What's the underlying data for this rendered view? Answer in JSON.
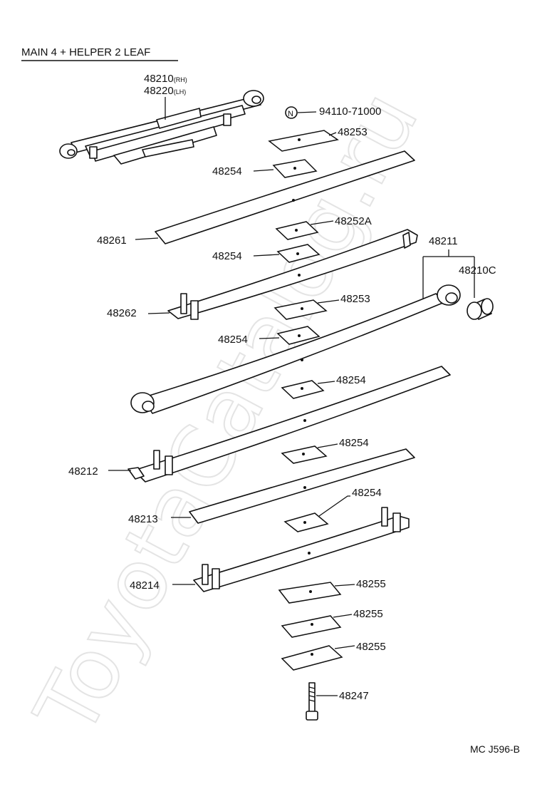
{
  "title": "MAIN 4 + HELPER 2 LEAF",
  "watermark": "ToyotaCatalog.ru",
  "footer_code": "MC J596-B",
  "callouts": {
    "assy_rh": "48210",
    "assy_rh_suffix": "(RH)",
    "assy_lh": "48220",
    "assy_lh_suffix": "(LH)",
    "n_symbol": "N",
    "bolt_part": "94110-71000",
    "p48253_a": "48253",
    "p48254_a": "48254",
    "p48261": "48261",
    "p48252A": "48252A",
    "p48254_b": "48254",
    "p48262": "48262",
    "p48253_b": "48253",
    "p48254_c": "48254",
    "p48211": "48211",
    "p48210C": "48210C",
    "p48254_d": "48254",
    "p48254_e": "48254",
    "p48212": "48212",
    "p48254_f": "48254",
    "p48213": "48213",
    "p48214": "48214",
    "p48255_a": "48255",
    "p48255_b": "48255",
    "p48255_c": "48255",
    "p48247": "48247"
  }
}
